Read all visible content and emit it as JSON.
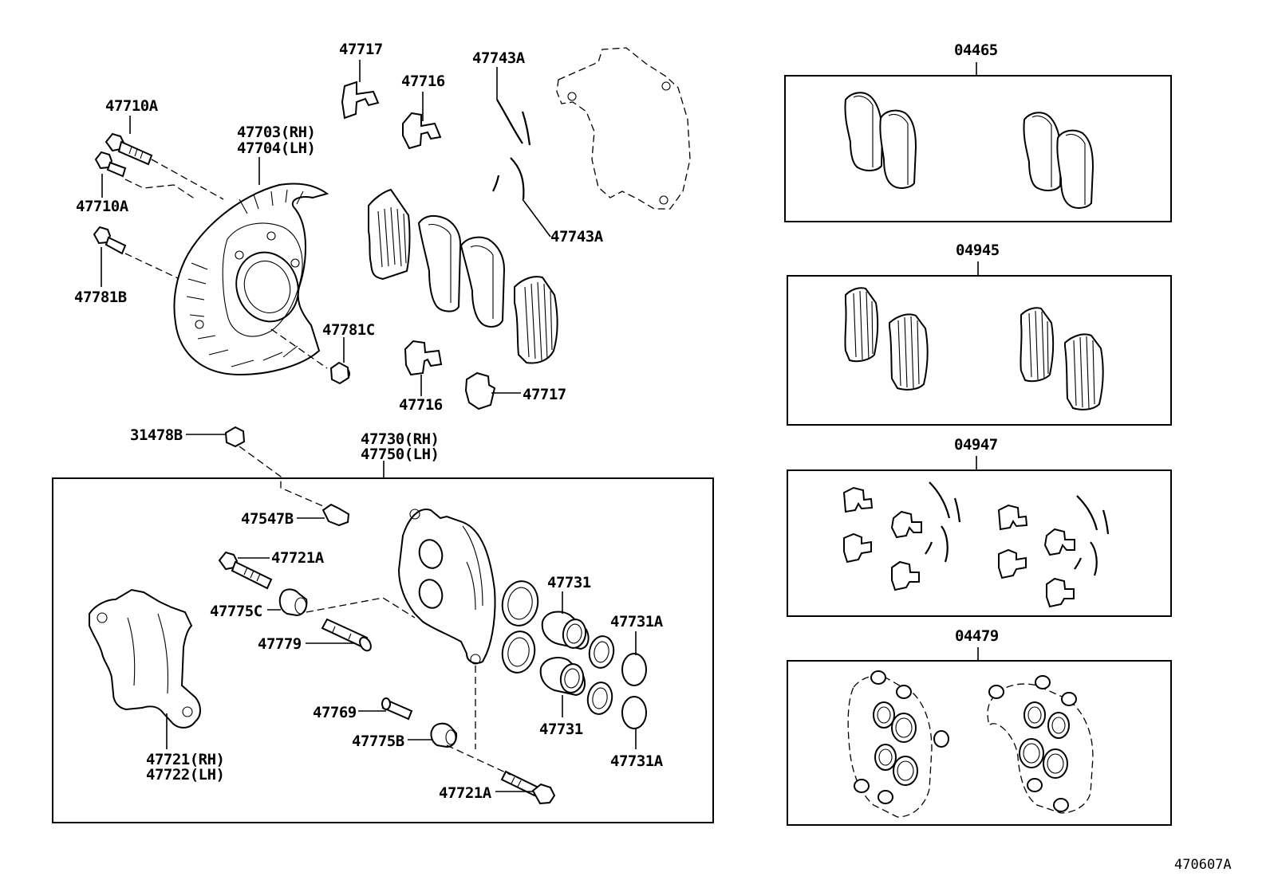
{
  "diagram_id": "470607A",
  "labels": {
    "p47717_top": "47717",
    "p47716_top": "47716",
    "p47743A_top": "47743A",
    "p47743A_mid": "47743A",
    "p47710A_top": "47710A",
    "p47710A_bot": "47710A",
    "p47703": "47703(RH)",
    "p47704": "47704(LH)",
    "p47781B": "47781B",
    "p47781C": "47781C",
    "p47716_bot": "47716",
    "p47717_bot": "47717",
    "p31478B": "31478B",
    "p47730": "47730(RH)",
    "p47750": "47750(LH)",
    "p47547B": "47547B",
    "p47721A_top": "47721A",
    "p47775C": "47775C",
    "p47779": "47779",
    "p47731_top": "47731",
    "p47731A_top": "47731A",
    "p47731_bot": "47731",
    "p47731A_bot": "47731A",
    "p47769": "47769",
    "p47775B": "47775B",
    "p47721A_bot": "47721A",
    "p47721": "47721(RH)",
    "p47722": "47722(LH)"
  },
  "kits": [
    {
      "id": "04465"
    },
    {
      "id": "04945"
    },
    {
      "id": "04947"
    },
    {
      "id": "04479"
    }
  ]
}
